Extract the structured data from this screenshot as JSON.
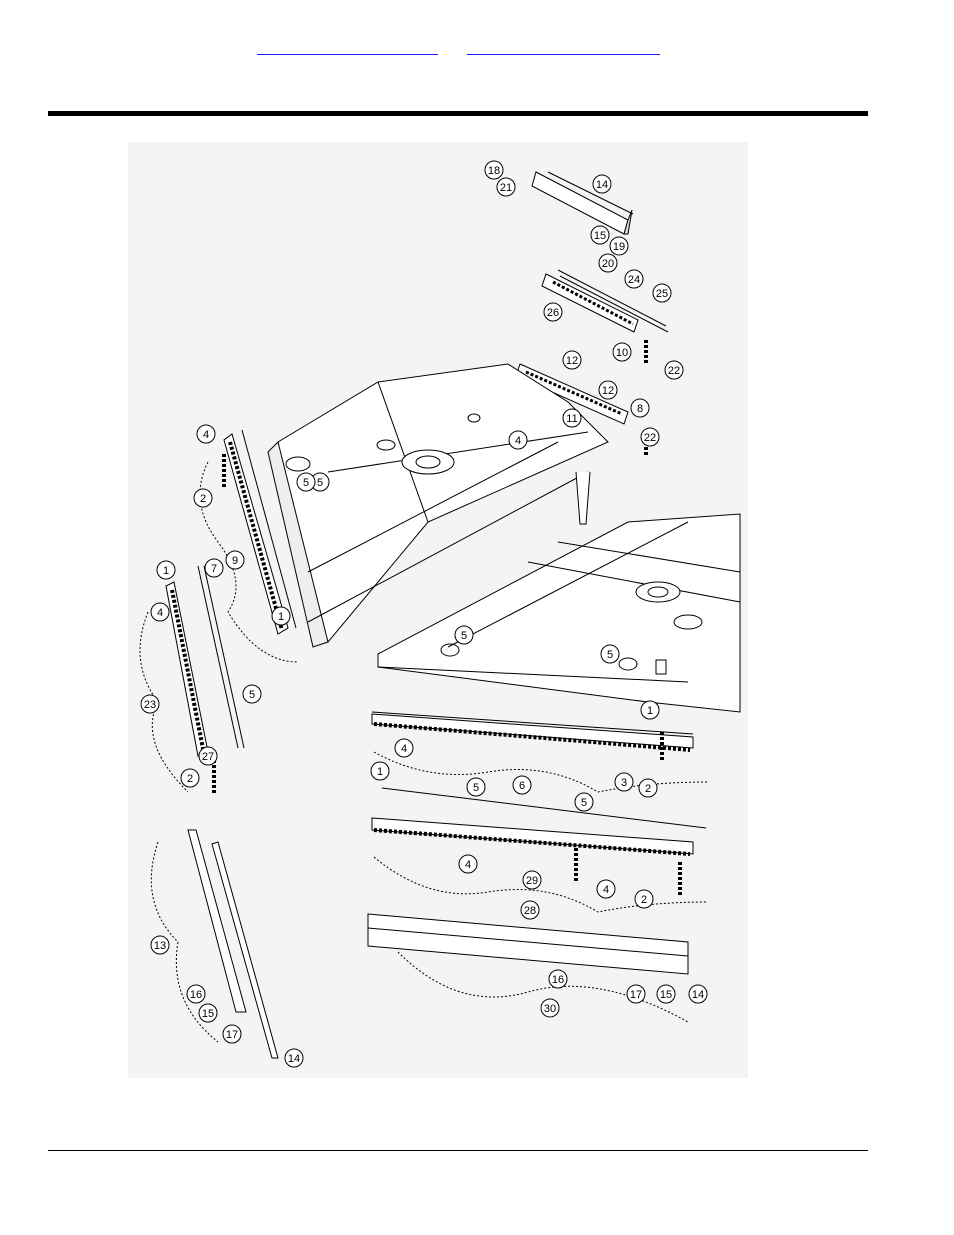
{
  "header": {
    "link_left": "",
    "link_right": ""
  },
  "diagram": {
    "callouts": [
      "18",
      "14",
      "21",
      "15",
      "19",
      "20",
      "24",
      "25",
      "26",
      "10",
      "12",
      "22",
      "12",
      "8",
      "11",
      "22",
      "4",
      "5",
      "4",
      "5",
      "2",
      "9",
      "1",
      "7",
      "1",
      "4",
      "5",
      "23",
      "27",
      "2",
      "5",
      "5",
      "1",
      "4",
      "6",
      "3",
      "2",
      "1",
      "5",
      "5",
      "4",
      "29",
      "4",
      "2",
      "28",
      "13",
      "16",
      "15",
      "17",
      "14",
      "16",
      "17",
      "15",
      "14",
      "30"
    ]
  }
}
